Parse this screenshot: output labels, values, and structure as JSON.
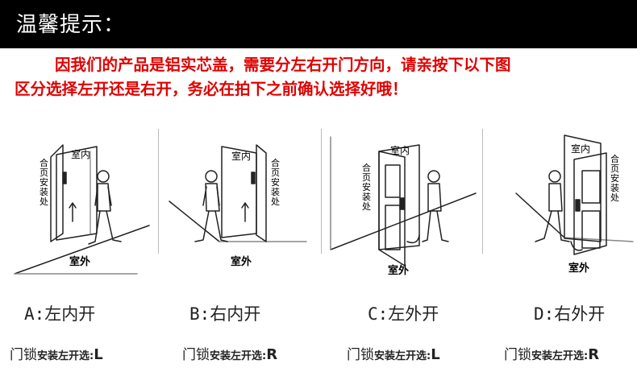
{
  "header": {
    "title": "温馨提示："
  },
  "notice": {
    "line1": "因我们的产品是铝实芯盖，需要分左右开门方向，请亲按下以下图",
    "line2": "区分选择左开还是右开，务必在拍下之前确认选择好哦！"
  },
  "options": [
    {
      "inside": "室内",
      "hinge": "合页安装处",
      "outside": "室外",
      "name": "A:左内开",
      "lock_prefix": "门锁",
      "lock_text": "安装左开选:",
      "lock_code": "L"
    },
    {
      "inside": "室内",
      "hinge": "合页安装处",
      "outside": "室外",
      "name": "B:右内开",
      "lock_prefix": "门锁",
      "lock_text": "安装左开选:",
      "lock_code": "R"
    },
    {
      "inside": "室内",
      "hinge": "合页安装处",
      "outside": "室外",
      "name": "C:左外开",
      "lock_prefix": "门锁",
      "lock_text": "安装左开选:",
      "lock_code": "L"
    },
    {
      "inside": "室内",
      "hinge": "合页安装处",
      "outside": "室外",
      "name": "D:右外开",
      "lock_prefix": "门锁",
      "lock_text": "安装左开选:",
      "lock_code": "R"
    }
  ],
  "colors": {
    "header_bg": "#000000",
    "notice": "#e00000"
  }
}
